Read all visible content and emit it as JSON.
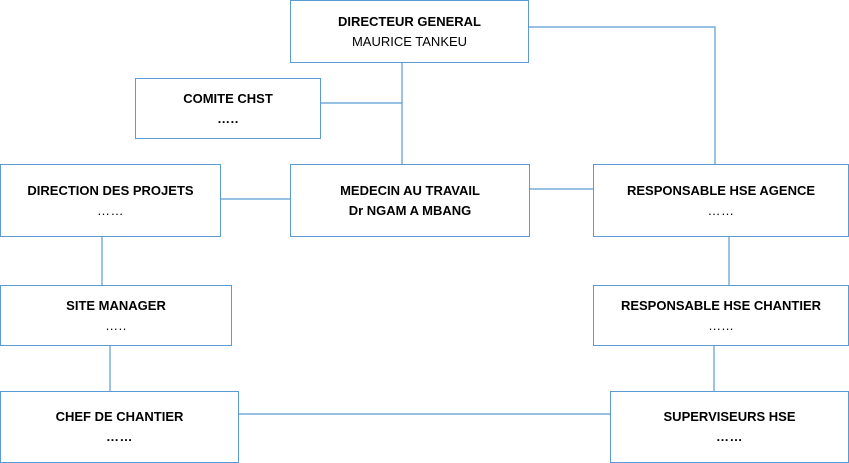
{
  "chart": {
    "line_color": "#5b9bd5",
    "directeur": {
      "title": "DIRECTEUR  GENERAL",
      "name": "MAURICE TANKEU"
    },
    "comite": {
      "title": "COMITE CHST",
      "name": "….."
    },
    "direction_projets": {
      "title": "DIRECTION DES PROJETS",
      "name": "……"
    },
    "medecin": {
      "title": "MEDECIN AU TRAVAIL",
      "name": "Dr NGAM A MBANG"
    },
    "resp_hse_agence": {
      "title": "RESPONSABLE HSE AGENCE",
      "name": "……"
    },
    "site_manager": {
      "title": "SITE MANAGER",
      "name": "….."
    },
    "resp_hse_chantier": {
      "title": "RESPONSABLE HSE CHANTIER",
      "name": "…..."
    },
    "chef_chantier": {
      "title": "CHEF DE CHANTIER",
      "name": "……"
    },
    "superviseurs": {
      "title": "SUPERVISEURS HSE",
      "name": "……"
    }
  }
}
